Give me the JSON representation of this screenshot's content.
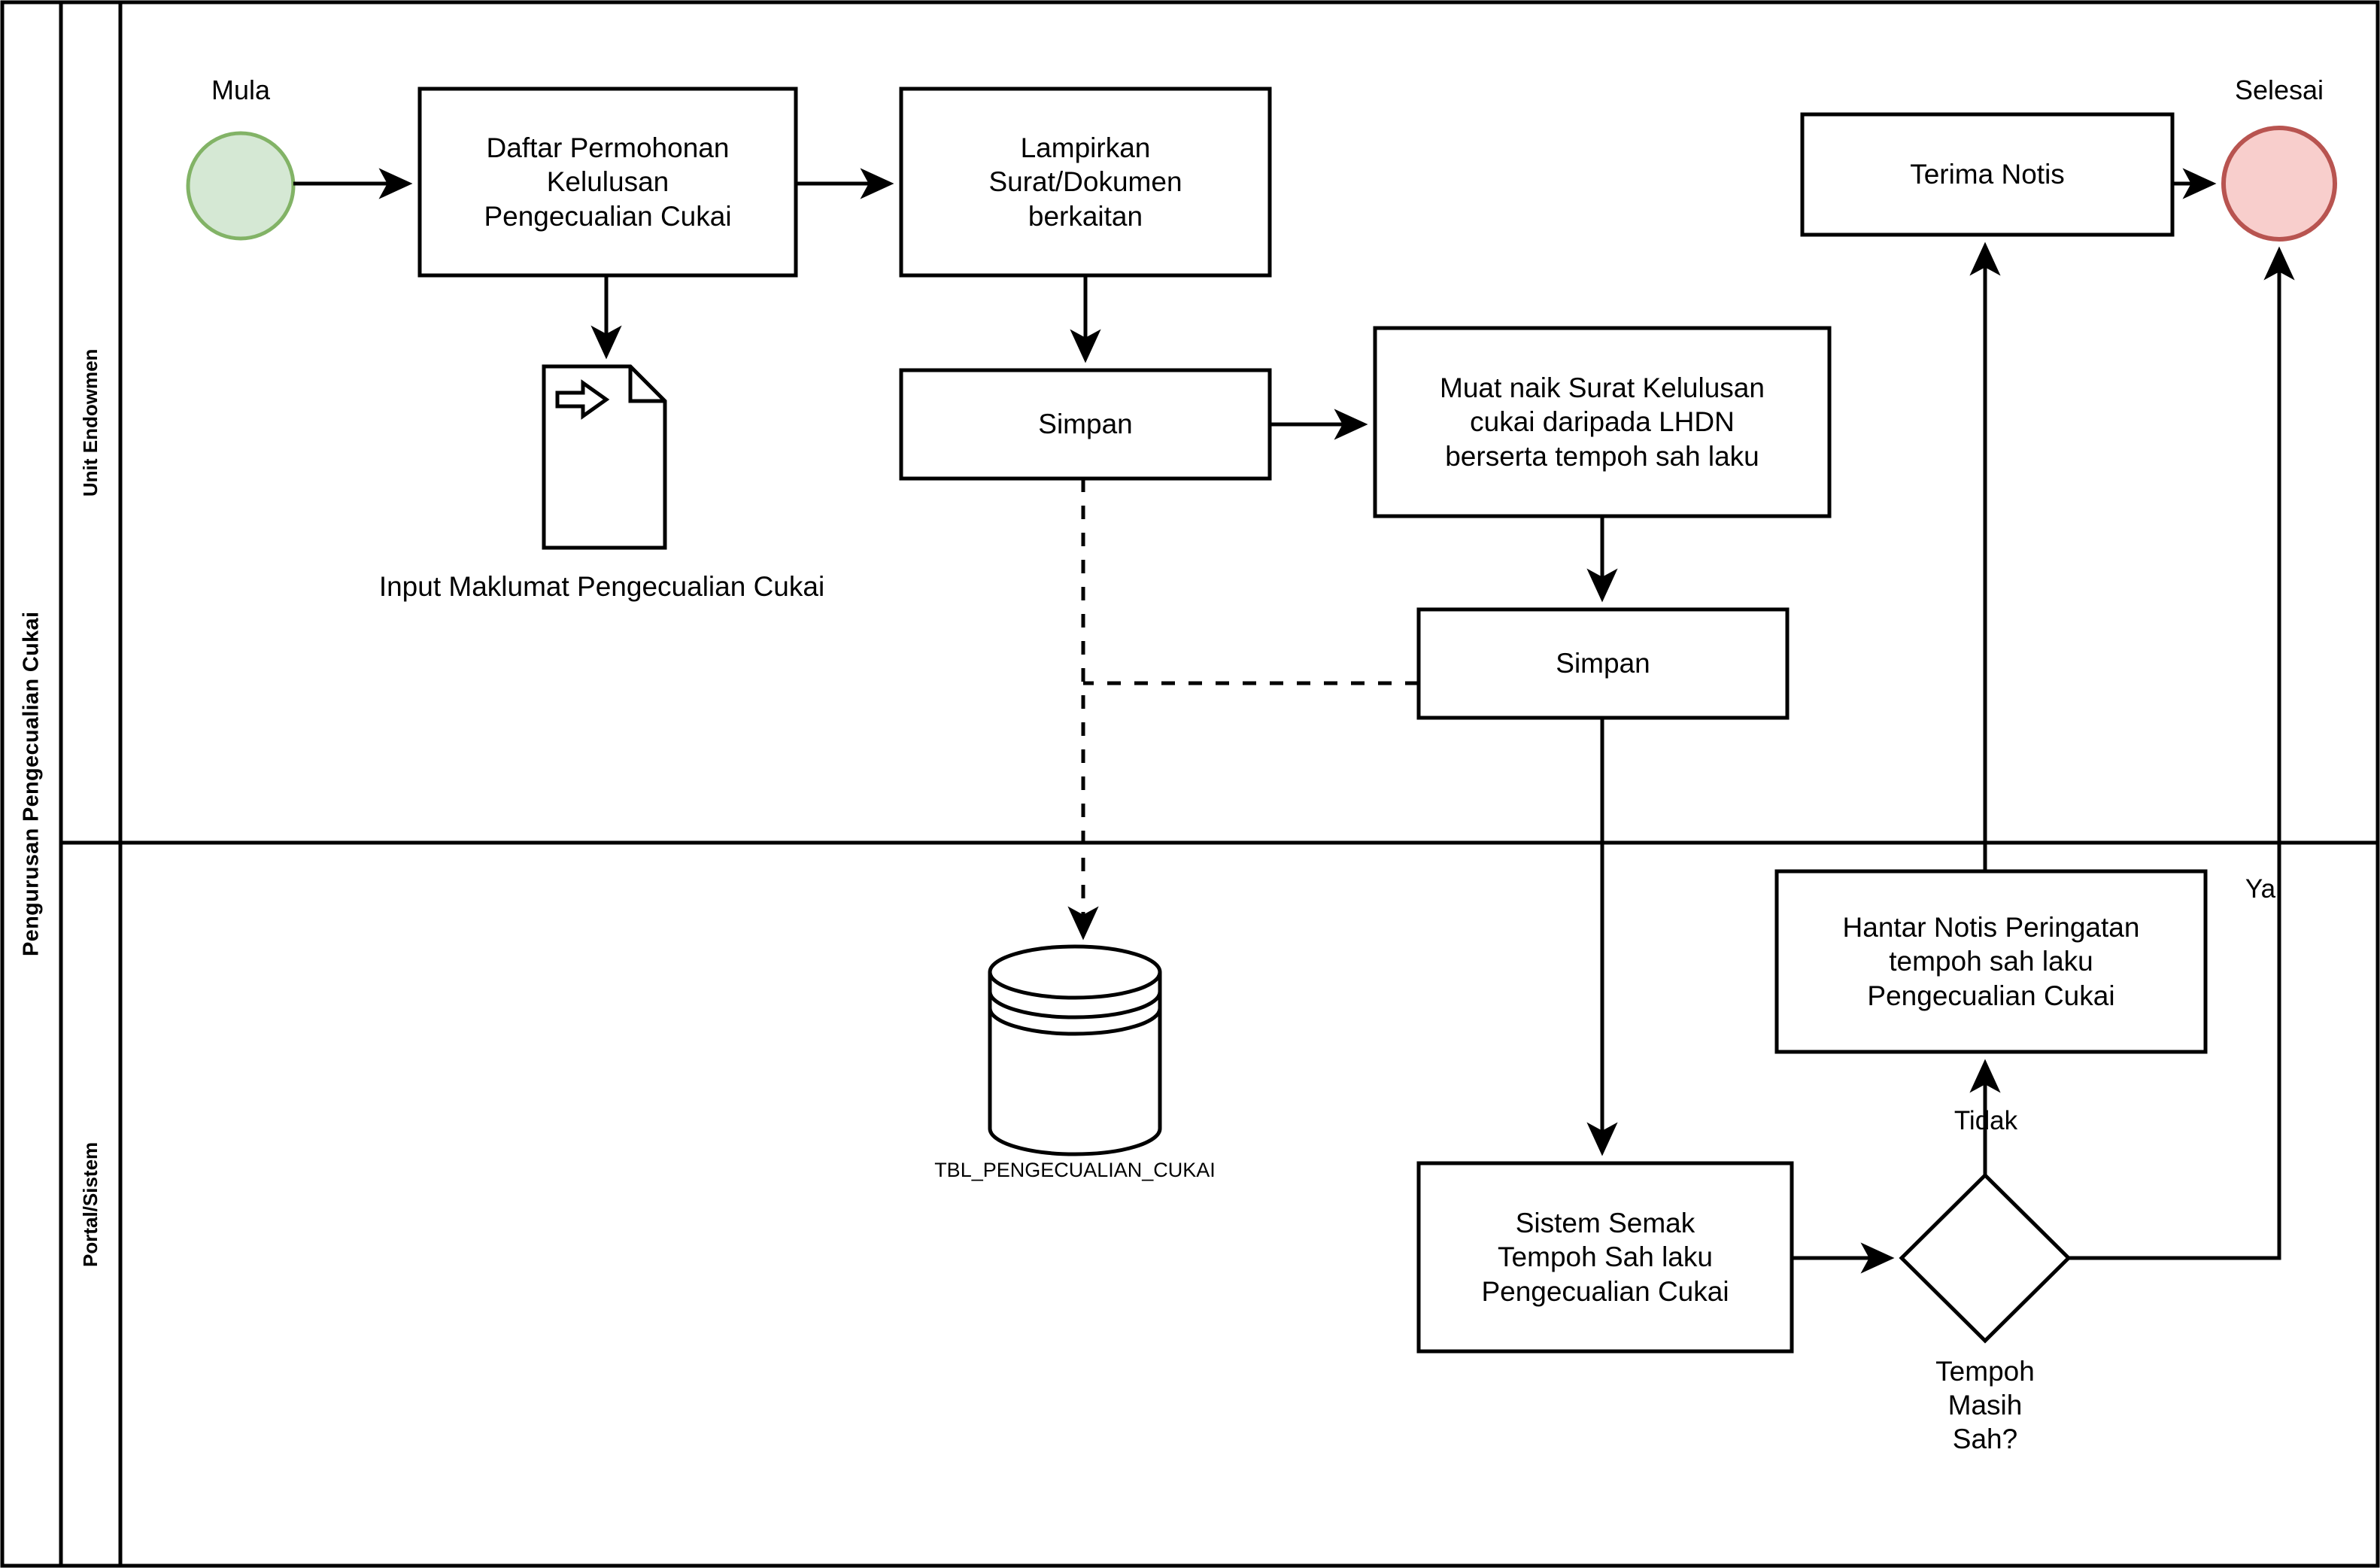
{
  "diagram": {
    "title": "Pengurusan Pengecualian Cukai",
    "lanes": [
      {
        "id": "lane-unit-endowmen",
        "label": "Unit Endowmen"
      },
      {
        "id": "lane-portal-sistem",
        "label": "Portal/Sistem"
      }
    ],
    "colors": {
      "start_fill": "#d5e8d4",
      "start_stroke": "#82b366",
      "end_fill": "#f8cecc",
      "end_stroke": "#b85450",
      "shape_stroke": "#000000",
      "shape_fill": "#ffffff",
      "text": "#000000",
      "background": "#ffffff"
    },
    "nodes": [
      {
        "id": "start",
        "type": "start-event",
        "label": "Mula"
      },
      {
        "id": "daftar",
        "type": "process",
        "label": "Daftar Permohonan\nKelulusan\nPengecualian Cukai"
      },
      {
        "id": "lampirkan",
        "type": "process",
        "label": "Lampirkan\nSurat/Dokumen\nberkaitan"
      },
      {
        "id": "dokumen",
        "type": "document-icon",
        "label": "Input Maklumat Pengecualian Cukai"
      },
      {
        "id": "simpan1",
        "type": "process",
        "label": "Simpan"
      },
      {
        "id": "muatnaik",
        "type": "process",
        "label": "Muat naik Surat Kelulusan\ncukai daripada LHDN\nberserta tempoh sah laku"
      },
      {
        "id": "simpan2",
        "type": "process",
        "label": "Simpan"
      },
      {
        "id": "database",
        "type": "database-icon",
        "label": "TBL_PENGECUALIAN_CUKAI"
      },
      {
        "id": "terimanotis",
        "type": "process",
        "label": "Terima Notis"
      },
      {
        "id": "end",
        "type": "end-event",
        "label": "Selesai"
      },
      {
        "id": "hantarnotis",
        "type": "process",
        "label": "Hantar Notis Peringatan\ntempoh sah laku\nPengecualian Cukai"
      },
      {
        "id": "sistemsemak",
        "type": "process",
        "label": "Sistem Semak\nTempoh Sah laku\nPengecualian Cukai"
      },
      {
        "id": "decision",
        "type": "decision",
        "label": "Tempoh\nMasih\nSah?"
      }
    ],
    "edge_labels": [
      {
        "id": "edge-label-tidak",
        "label": "Tidak"
      },
      {
        "id": "edge-label-ya",
        "label": "Ya"
      }
    ]
  }
}
